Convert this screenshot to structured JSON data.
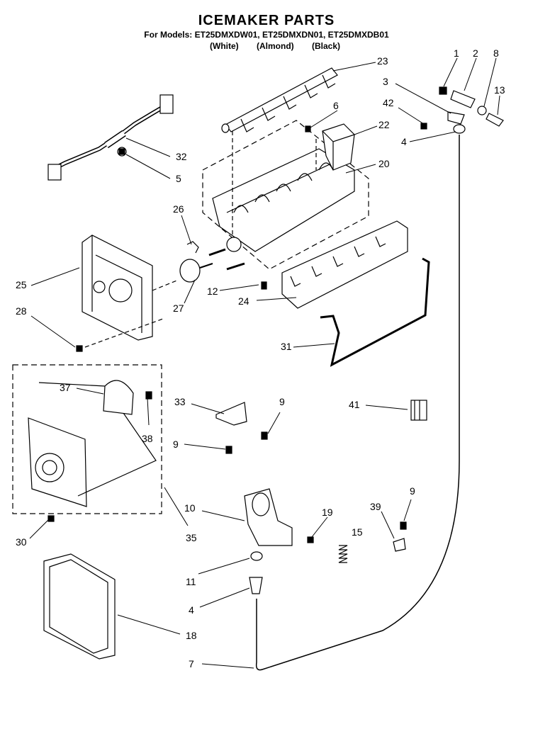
{
  "header": {
    "title": "ICEMAKER PARTS",
    "models": "For Models: ET25DMXDW01, ET25DMXDN01, ET25DMXDB01",
    "color_white": "(White)",
    "color_almond": "(Almond)",
    "color_black": "(Black)"
  },
  "callouts": [
    "1",
    "2",
    "8",
    "23",
    "3",
    "13",
    "6",
    "42",
    "22",
    "32",
    "4",
    "20",
    "5",
    "26",
    "25",
    "12",
    "24",
    "27",
    "28",
    "31",
    "37",
    "33",
    "9",
    "41",
    "38",
    "9",
    "35",
    "10",
    "19",
    "39",
    "9",
    "30",
    "15",
    "11",
    "4",
    "18",
    "7"
  ],
  "palette": {
    "line": "#000000",
    "background": "#ffffff"
  }
}
